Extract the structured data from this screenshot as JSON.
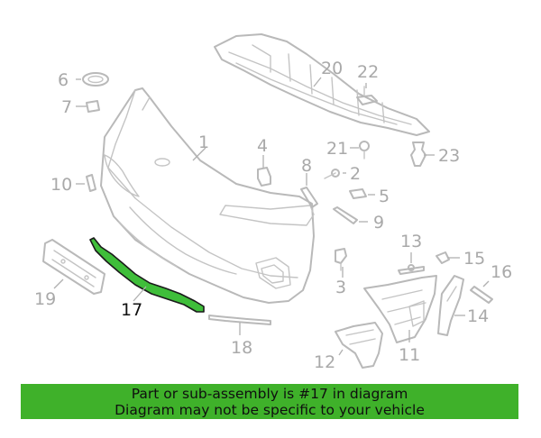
{
  "diagram": {
    "callouts": [
      "1",
      "2",
      "3",
      "4",
      "5",
      "6",
      "7",
      "8",
      "9",
      "10",
      "11",
      "12",
      "13",
      "14",
      "15",
      "16",
      "17",
      "18",
      "19",
      "20",
      "21",
      "22",
      "23"
    ],
    "highlighted_part": "17"
  },
  "banner": {
    "line1": "Part or sub-assembly is #17 in diagram",
    "line2": "Diagram may not be specific to your vehicle"
  },
  "colors": {
    "banner_bg": "#3fb12a",
    "highlight": "#3fbe3a",
    "line_gray": "#b9b9b9"
  }
}
